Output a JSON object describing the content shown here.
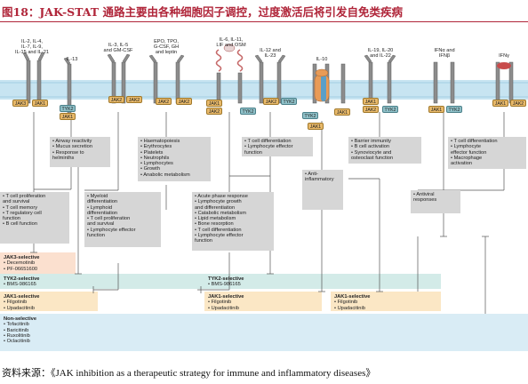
{
  "title": "图18：JAK-STAT 通路主要由各种细胞因子调控，过度激活后将引发自免类疾病",
  "source": "资料来源：《JAK inhibition as a therapeutic strategy for immune and inflammatory diseases》",
  "colors": {
    "title_red": "#b0263a",
    "jak_orange": "#e8b96a",
    "tyk_teal": "#8fc1c9",
    "receptor_gray": "#8c8c8c",
    "membrane_blue": "#a9d3e6",
    "box_gray": "#d6d6d6",
    "jak3_selective_bg": "#fbe0cf",
    "tyk2_selective_bg": "#d3ebe8",
    "jak1_selective_bg": "#fbe7c5",
    "nonselective_bg": "#d9ecf5"
  },
  "ligands": [
    "IL-2, IL-4,\nIL-7, IL-9,\nIL-15 and IL-21",
    "IL-13",
    "IL-3, IL-5\nand GM-CSF",
    "EPO, TPO,\nG-CSF, GH\nand leptin",
    "IL-6, IL-11,\nLIF and OSM",
    "IL-12 and\nIL-23",
    "IL-10",
    "IL-19, IL-20\nand IL-22",
    "IFNα and\nIFNβ",
    "IFNγ"
  ],
  "kinases": {
    "jak1": "JAK1",
    "jak2": "JAK2",
    "jak3": "JAK3",
    "tyk2": "TYK2"
  },
  "responses": {
    "r1": [
      "• T cell proliferation",
      "  and survival",
      "• T cell memory",
      "• T regulatory cell",
      "  function",
      "• B cell function"
    ],
    "r2": [
      "• Airway reactivity",
      "• Mucus secretion",
      "• Response to",
      "  helminths"
    ],
    "r3": [
      "• Myeloid",
      "  differentiation",
      "• Lymphoid",
      "  differentiation",
      "• T cell proliferation",
      "  and survival",
      "• Lymphocyte effector",
      "  function"
    ],
    "r4": [
      "• Haematopoiesis",
      "  • Erythrocytes",
      "  • Platelets",
      "  • Neutrophils",
      "  • Lymphocytes",
      "• Growth",
      "• Anabolic metabolism"
    ],
    "r5": [
      "• Acute phase response",
      "• Lymphocyte growth",
      "  and differentiation",
      "• Catabolic metabolism",
      "• Lipid metabolism",
      "• Bone resorption",
      "• T cell differentiation",
      "• Lymphocyte effector",
      "  function"
    ],
    "r6": [
      "• T cell differentiation",
      "• Lymphocyte effector",
      "  function"
    ],
    "r7": [
      "• Anti-",
      "  inflammatory"
    ],
    "r8": [
      "• Barrier immunity",
      "• B cell activation",
      "• Synoviocyte and",
      "  osteoclast function"
    ],
    "r9": [
      "• Antiviral",
      "  responses"
    ],
    "r10": [
      "• T cell differentiation",
      "• Lymphocyte",
      "  effector function",
      "• Macrophage",
      "  activation"
    ]
  },
  "drugs": {
    "jak3_selective": {
      "heading": "JAK3-selective",
      "items": [
        "• Decemotinib",
        "• PF-06651600"
      ]
    },
    "tyk2_selective_left": {
      "heading": "TYK2-selective",
      "items": [
        "• BMS-986165"
      ]
    },
    "tyk2_selective_mid": {
      "heading": "TYK2-selective",
      "items": [
        "• BMS-986165"
      ]
    },
    "jak1_selective_left": {
      "heading": "JAK1-selective",
      "items": [
        "• Filgotinib",
        "• Upadacitinib"
      ]
    },
    "jak1_selective_mid": {
      "heading": "JAK1-selective",
      "items": [
        "• Filgotinib",
        "• Upadacitinib"
      ]
    },
    "jak1_selective_right": {
      "heading": "JAK1-selective",
      "items": [
        "• Filgotinib",
        "• Upadacitinib"
      ]
    },
    "non_selective": {
      "heading": "Non-selective",
      "items": [
        "• Tofacitinib",
        "• Baricitinib",
        "• Ruxolitinib",
        "• Oclacitinib"
      ]
    }
  }
}
